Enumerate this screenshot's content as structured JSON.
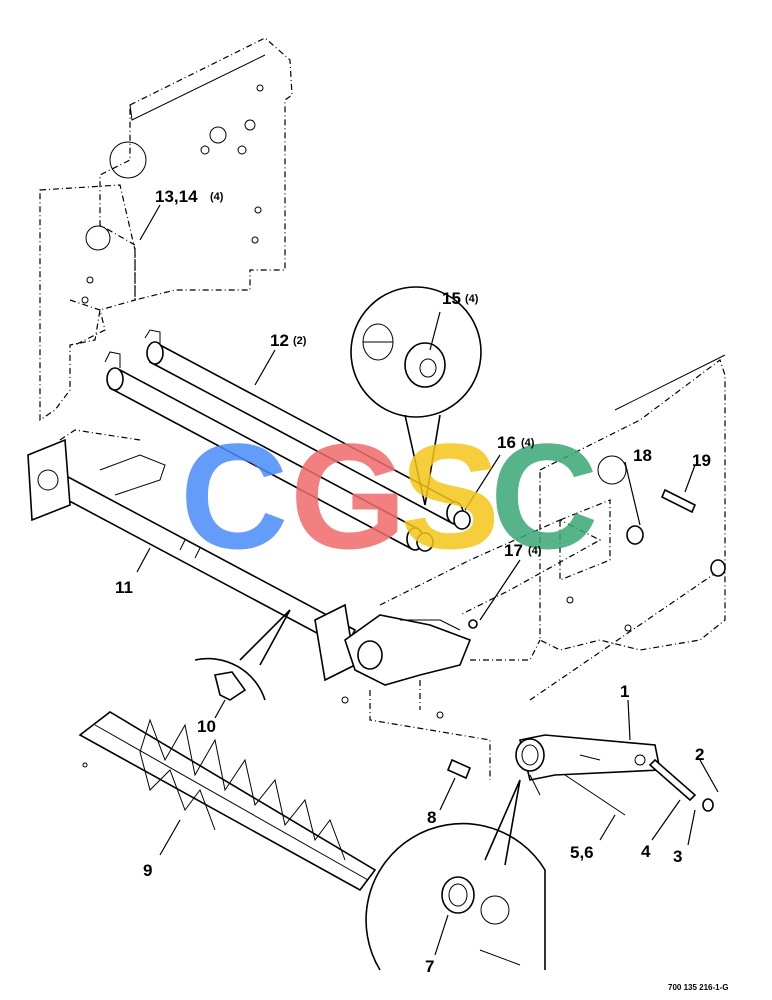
{
  "diagram": {
    "callouts": [
      {
        "id": "c1",
        "label": "1",
        "qty": ""
      },
      {
        "id": "c2",
        "label": "2",
        "qty": ""
      },
      {
        "id": "c3",
        "label": "3",
        "qty": ""
      },
      {
        "id": "c4",
        "label": "4",
        "qty": ""
      },
      {
        "id": "c56",
        "label": "5,6",
        "qty": ""
      },
      {
        "id": "c7",
        "label": "7",
        "qty": ""
      },
      {
        "id": "c8",
        "label": "8",
        "qty": ""
      },
      {
        "id": "c9",
        "label": "9",
        "qty": ""
      },
      {
        "id": "c10",
        "label": "10",
        "qty": ""
      },
      {
        "id": "c11",
        "label": "11",
        "qty": ""
      },
      {
        "id": "c12",
        "label": "12",
        "qty": "(2)"
      },
      {
        "id": "c1314",
        "label": "13,14",
        "qty": "(4)"
      },
      {
        "id": "c15",
        "label": "15",
        "qty": "(4)"
      },
      {
        "id": "c16",
        "label": "16",
        "qty": "(4)"
      },
      {
        "id": "c17",
        "label": "17",
        "qty": "(4)"
      },
      {
        "id": "c18",
        "label": "18",
        "qty": ""
      },
      {
        "id": "c19",
        "label": "19",
        "qty": ""
      }
    ],
    "drawing_number": "700 135 216-1-G",
    "watermark": {
      "text": "CGSC",
      "letters": [
        "C",
        "G",
        "S",
        "C"
      ],
      "colors": [
        "#4a8df8",
        "#f06b6b",
        "#f5c518",
        "#3aa876"
      ]
    }
  }
}
